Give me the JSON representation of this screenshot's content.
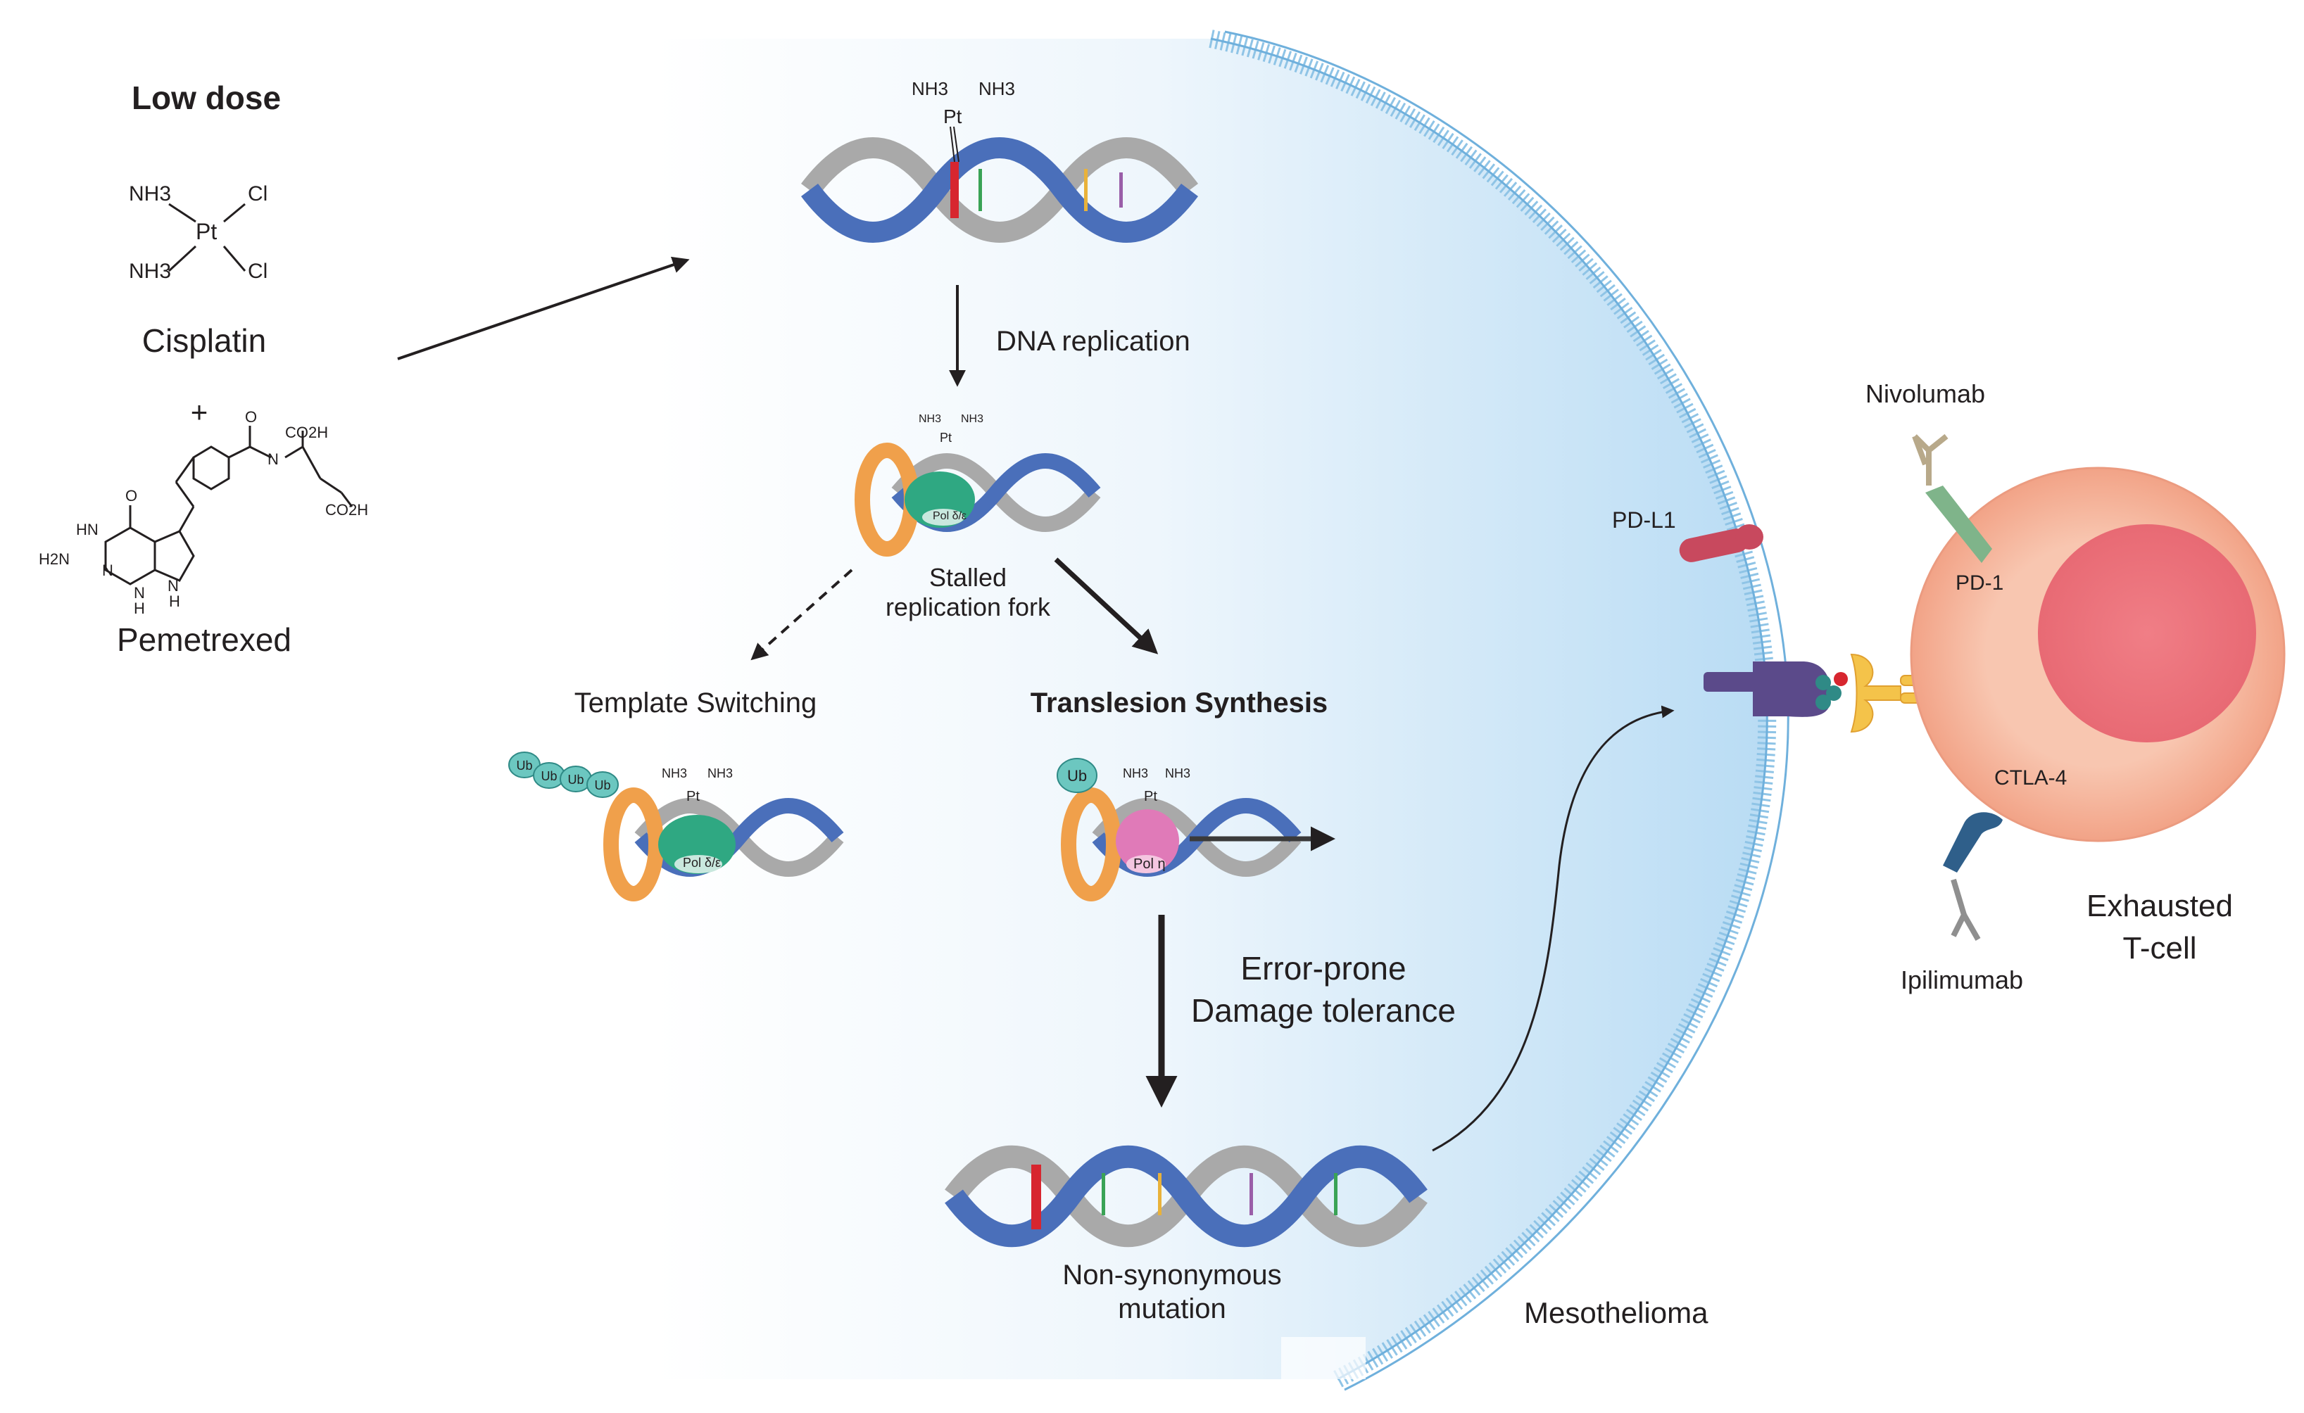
{
  "drugs": {
    "dose_heading": "Low dose",
    "cisplatin": {
      "name": "Cisplatin",
      "atoms": [
        "NH3",
        "Cl",
        "Pt",
        "NH3",
        "Cl"
      ]
    },
    "plus": "+",
    "pemetrexed": {
      "name": "Pemetrexed",
      "groups": [
        "CO2H",
        "CO2H",
        "O",
        "HN",
        "N",
        "N",
        "H2N",
        "N",
        "H",
        "O",
        "N",
        "H"
      ]
    }
  },
  "adduct_labels": {
    "ligand": "NH3",
    "metal": "Pt"
  },
  "steps": {
    "dna_replication": "DNA replication",
    "stalled_fork": [
      "Stalled",
      "replication fork"
    ],
    "template_switching": "Template Switching",
    "translesion_synthesis": "Translesion Synthesis",
    "error_prone": [
      "Error-prone",
      "Damage tolerance"
    ],
    "mutation": [
      "Non-synonymous",
      "mutation"
    ]
  },
  "proteins": {
    "ubiquitin": "Ub",
    "pol_delta_epsilon": "Pol δ/ε",
    "pol_eta": "Pol η"
  },
  "immune": {
    "tumor": "Mesothelioma",
    "pd_l1": "PD-L1",
    "pd_1": "PD-1",
    "ctla_4": "CTLA-4",
    "nivolumab": "Nivolumab",
    "ipilimumab": "Ipilimumab",
    "t_cell": [
      "Exhausted",
      "T-cell"
    ]
  },
  "colors": {
    "dna_blue": "#4a6fba",
    "dna_grey": "#a9a9a9",
    "pcna_orange": "#f0a04b",
    "pol_green": "#2fa882",
    "pol_eta_pink": "#e07ab8",
    "ub_teal": "#6cc7c0",
    "cell_blue": "#bfe0f5",
    "membrane": "#7ab8e0",
    "tcell_outer": "#f6b6a0",
    "tcell_inner": "#ee7f83",
    "pdl1": "#c8495e",
    "antibody": "#b8a98a"
  }
}
